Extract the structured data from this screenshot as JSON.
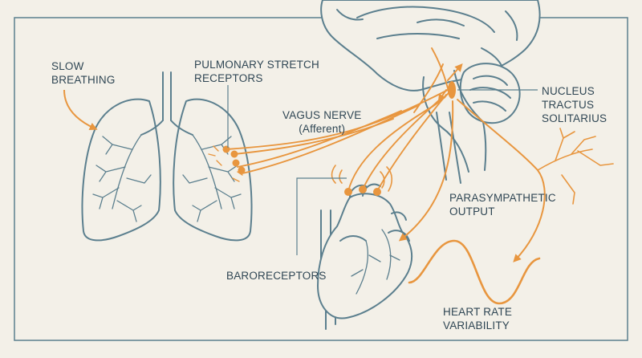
{
  "labels": {
    "slow_breathing": [
      "SLOW",
      "BREATHING"
    ],
    "pulmonary": [
      "PULMONARY STRETCH",
      "RECEPTORS"
    ],
    "vagus": [
      "VAGUS NERVE",
      "(Afferent)"
    ],
    "nts": [
      "NUCLEUS",
      "TRACTUS",
      "SOLITARIUS"
    ],
    "parasympathetic": [
      "PARASYMPATHETIC",
      "OUTPUT"
    ],
    "baroreceptors": "BARORECEPTORS",
    "hrv": [
      "HEART RATE",
      "VARIABILITY"
    ]
  },
  "colors": {
    "background": "#f3f0e8",
    "outline": "#5b7f8e",
    "nerve": "#e8963f"
  }
}
